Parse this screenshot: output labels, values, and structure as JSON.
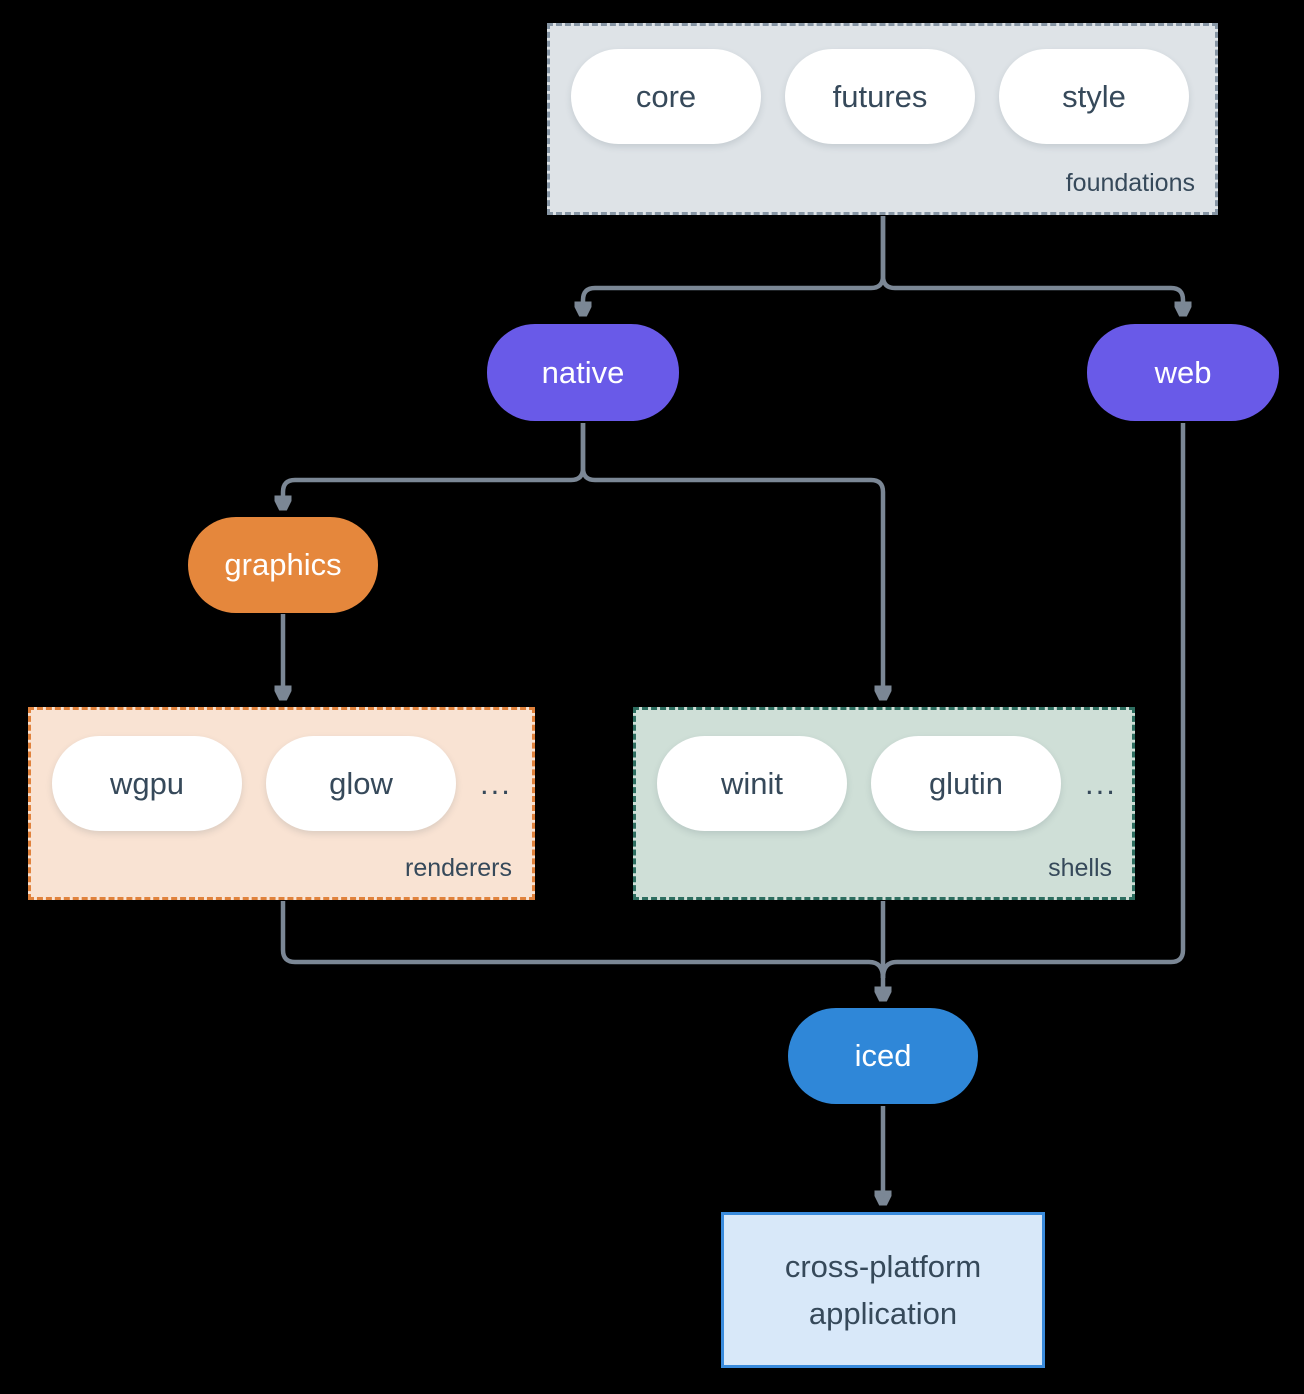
{
  "colors": {
    "background": "#000000",
    "arrow": "#7b8795",
    "text_dark": "#36495a",
    "pill_white": "#ffffff",
    "native_web_purple": "#695ae8",
    "graphics_orange": "#e5873c",
    "iced_blue": "#2f87d8",
    "foundations_fill": "#dee3e7",
    "foundations_border": "#8796a5",
    "renderers_fill": "#f9e3d3",
    "renderers_border": "#e0823c",
    "shells_fill": "#cfdfd7",
    "shells_border": "#2e6e60",
    "application_fill": "#d8e8f9",
    "application_border": "#3a8bdc"
  },
  "diagram": {
    "foundations": {
      "label": "foundations",
      "pills": [
        "core",
        "futures",
        "style"
      ]
    },
    "native": {
      "label": "native"
    },
    "web": {
      "label": "web"
    },
    "graphics": {
      "label": "graphics"
    },
    "renderers": {
      "label": "renderers",
      "pills": [
        "wgpu",
        "glow"
      ],
      "ellipsis": "..."
    },
    "shells": {
      "label": "shells",
      "pills": [
        "winit",
        "glutin"
      ],
      "ellipsis": "..."
    },
    "iced": {
      "label": "iced"
    },
    "application": {
      "label": "cross-platform application"
    }
  }
}
